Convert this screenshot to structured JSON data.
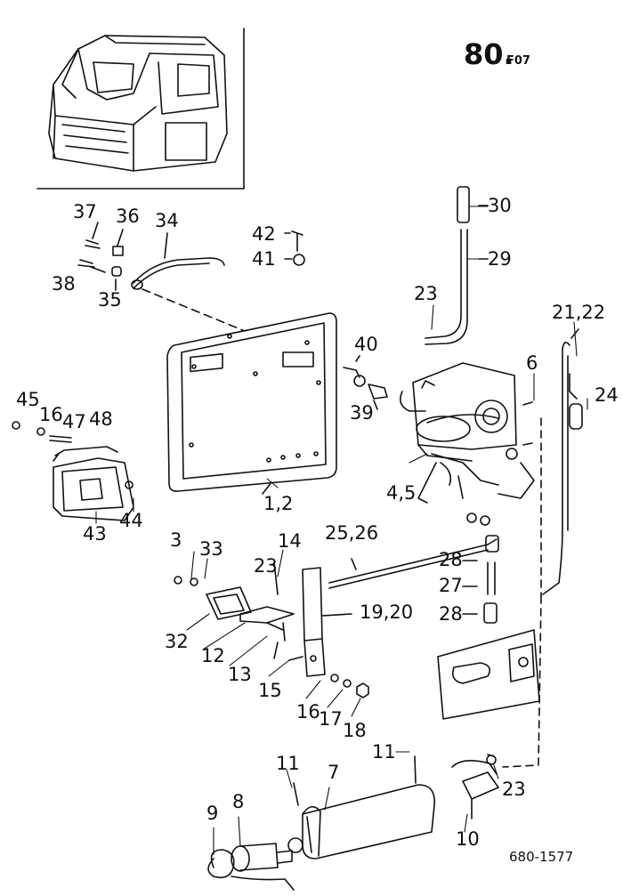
{
  "header": {
    "page_number": "80.",
    "page_suffix": "F07"
  },
  "footer": {
    "drawing_number": "680-1577"
  },
  "callouts": [
    {
      "id": "c30",
      "text": "30"
    },
    {
      "id": "c29",
      "text": "29"
    },
    {
      "id": "c37",
      "text": "37"
    },
    {
      "id": "c36",
      "text": "36"
    },
    {
      "id": "c34",
      "text": "34"
    },
    {
      "id": "c42",
      "text": "42"
    },
    {
      "id": "c41",
      "text": "41"
    },
    {
      "id": "c38",
      "text": "38"
    },
    {
      "id": "c35",
      "text": "35"
    },
    {
      "id": "c23a",
      "text": "23"
    },
    {
      "id": "c2122",
      "text": "21,22"
    },
    {
      "id": "c40",
      "text": "40"
    },
    {
      "id": "c39",
      "text": "39"
    },
    {
      "id": "c6",
      "text": "6"
    },
    {
      "id": "c24",
      "text": "24"
    },
    {
      "id": "c45",
      "text": "45"
    },
    {
      "id": "c16a",
      "text": "16"
    },
    {
      "id": "c47",
      "text": "47"
    },
    {
      "id": "c48",
      "text": "48"
    },
    {
      "id": "c12a",
      "text": "1,2"
    },
    {
      "id": "c45b",
      "text": "4,5"
    },
    {
      "id": "c44",
      "text": "44"
    },
    {
      "id": "c43",
      "text": "43"
    },
    {
      "id": "c2526",
      "text": "25,26"
    },
    {
      "id": "c3",
      "text": "3"
    },
    {
      "id": "c33",
      "text": "33"
    },
    {
      "id": "c14",
      "text": "14"
    },
    {
      "id": "c28a",
      "text": "28"
    },
    {
      "id": "c23b",
      "text": "23"
    },
    {
      "id": "c27",
      "text": "27"
    },
    {
      "id": "c1920",
      "text": "19,20"
    },
    {
      "id": "c28b",
      "text": "28"
    },
    {
      "id": "c32",
      "text": "32"
    },
    {
      "id": "c12",
      "text": "12"
    },
    {
      "id": "c13",
      "text": "13"
    },
    {
      "id": "c15",
      "text": "15"
    },
    {
      "id": "c16b",
      "text": "16"
    },
    {
      "id": "c17",
      "text": "17"
    },
    {
      "id": "c18",
      "text": "18"
    },
    {
      "id": "c11a",
      "text": "11"
    },
    {
      "id": "c11b",
      "text": "11"
    },
    {
      "id": "c7",
      "text": "7"
    },
    {
      "id": "c23c",
      "text": "23"
    },
    {
      "id": "c9",
      "text": "9"
    },
    {
      "id": "c8",
      "text": "8"
    },
    {
      "id": "c10",
      "text": "10"
    }
  ]
}
